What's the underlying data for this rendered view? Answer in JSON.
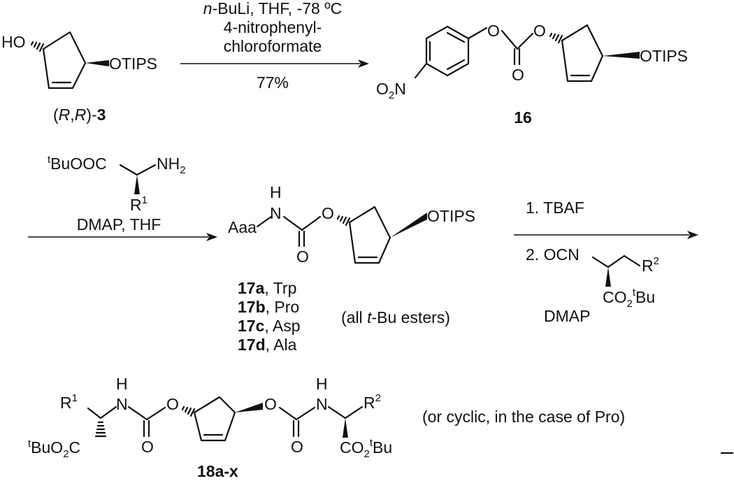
{
  "scheme": {
    "start_material": {
      "ho": "HO",
      "otips": "OTIPS",
      "label_open": "(",
      "label_r1": "R",
      "label_comma": ",",
      "label_r2": "R",
      "label_close": ")-",
      "label_num": "3"
    },
    "step1": {
      "line1_italic": "n",
      "line1_rest": "-BuLi, THF, -78 ºC",
      "line2": "4-nitrophenyl-",
      "line3": "chloroformate",
      "yield": "77%"
    },
    "compound16": {
      "nitro_o": "O",
      "nitro_sub": "2",
      "nitro_n": "N",
      "o1": "O",
      "o2": "O",
      "carbonyl_o": "O",
      "otips": "OTIPS",
      "label": "16"
    },
    "step2": {
      "tbu_sup": "t",
      "tbu_rest": "BuOOC",
      "nh2": "NH",
      "nh2_sub": "2",
      "r": "R",
      "r_sup": "1",
      "conditions": "DMAP, THF"
    },
    "compound17": {
      "aaa": "Aaa",
      "h": "H",
      "n": "N",
      "o": "O",
      "carbonyl_o": "O",
      "otips": "OTIPS",
      "variants": [
        {
          "num": "17a",
          "aa": ", Trp"
        },
        {
          "num": "17b",
          "aa": ", Pro"
        },
        {
          "num": "17c",
          "aa": ", Asp"
        },
        {
          "num": "17d",
          "aa": ", Ala"
        }
      ],
      "note_open": "(all ",
      "note_italic": "t",
      "note_rest": "-Bu esters)"
    },
    "step3": {
      "line1": "1. TBAF",
      "line2": "2. OCN",
      "r": "R",
      "r_sup": "2",
      "co2": "CO",
      "co2_sub": "2",
      "tbu_sup": "t",
      "tbu": "Bu",
      "dmap": "DMAP"
    },
    "compound18": {
      "r1": "R",
      "r1_sup": "1",
      "h1": "H",
      "n1": "N",
      "o1": "O",
      "carbonyl_o1": "O",
      "tbu_sup": "t",
      "tbu_rest": "BuO",
      "tbu_sub": "2",
      "tbu_c": "C",
      "o2": "O",
      "h2": "H",
      "n2": "N",
      "carbonyl_o2": "O",
      "r2": "R",
      "r2_sup": "2",
      "co2": "CO",
      "co2_sub": "2",
      "co2_tsup": "t",
      "co2_bu": "Bu",
      "label": "18a-x",
      "note": "(or cyclic, in the case of Pro)"
    }
  }
}
